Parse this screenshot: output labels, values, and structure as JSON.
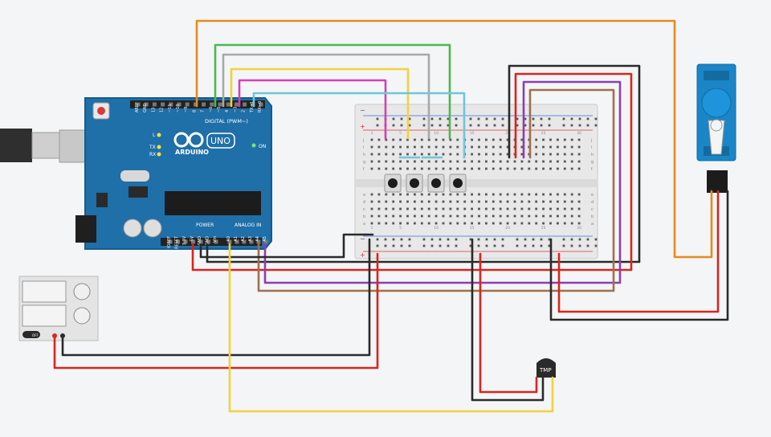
{
  "arduino": {
    "brand": "ARDUINO",
    "model": "UNO",
    "digital_label": "DIGITAL (PWM~)",
    "power_label": "POWER",
    "analog_label": "ANALOG IN",
    "on_label": "ON",
    "led_l": "L",
    "led_tx": "TX",
    "led_rx": "RX",
    "digital_pins": [
      "AREF",
      "GND",
      "13",
      "12",
      "~11",
      "~10",
      "~9",
      "8",
      "7",
      "~6",
      "~5",
      "4",
      "~3",
      "2",
      "TX→1",
      "RX←0"
    ],
    "power_pins": [
      "IOREF",
      "RESET",
      "3.3V",
      "5V",
      "GND",
      "GND",
      "Vin"
    ],
    "analog_pins": [
      "A0",
      "A1",
      "A2",
      "A3",
      "A4",
      "A5"
    ]
  },
  "breadboard": {
    "columns": [
      "1",
      "5",
      "10",
      "15",
      "20",
      "25",
      "30"
    ],
    "rows_top": [
      "j",
      "i",
      "h",
      "g",
      "f"
    ],
    "rows_bottom": [
      "e",
      "d",
      "c",
      "b",
      "a"
    ],
    "plus": "+",
    "minus": "−"
  },
  "power_supply": {
    "button_label": "OFF"
  },
  "sensor": {
    "label": "TMP"
  },
  "colors": {
    "board": "#1f6fa8",
    "board_edge": "#175a8a",
    "breadboard": "#e8e8e8",
    "servo": "#1a86c8",
    "wire_orange": "#e58a1f",
    "wire_green": "#4cb84c",
    "wire_gray": "#a8a8a8",
    "wire_yellow": "#f2d23a",
    "wire_magenta": "#d63fb6",
    "wire_cyan": "#6fc6d8",
    "wire_black": "#2a2a2a",
    "wire_red": "#d8261c",
    "wire_purple": "#8b3fb0",
    "wire_brown": "#a0704a"
  }
}
